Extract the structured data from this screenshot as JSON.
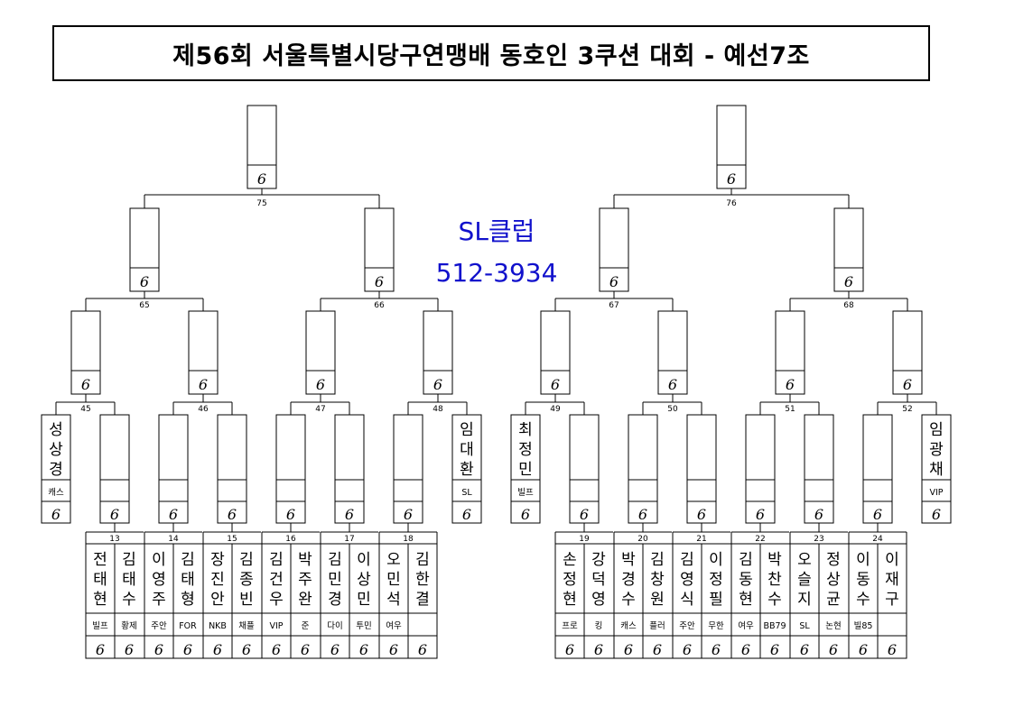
{
  "title": "제56회 서울특별시당구연맹배 동호인 3쿠션 대회 - 예선7조",
  "club_info": {
    "name": "SL클럽",
    "phone": "512-3934"
  },
  "score_mark": "6",
  "matches": [
    {
      "number": "75"
    },
    {
      "number": "76"
    },
    {
      "number": "65"
    },
    {
      "number": "66"
    },
    {
      "number": "67"
    },
    {
      "number": "68"
    },
    {
      "number": "45"
    },
    {
      "number": "46"
    },
    {
      "number": "47"
    },
    {
      "number": "48"
    },
    {
      "number": "49"
    },
    {
      "number": "50"
    },
    {
      "number": "51"
    },
    {
      "number": "52"
    },
    {
      "number": "13"
    },
    {
      "number": "14"
    },
    {
      "number": "15"
    },
    {
      "number": "16"
    },
    {
      "number": "17"
    },
    {
      "number": "18"
    },
    {
      "number": "19"
    },
    {
      "number": "20"
    },
    {
      "number": "21"
    },
    {
      "number": "22"
    },
    {
      "number": "23"
    },
    {
      "number": "24"
    }
  ],
  "byes": [
    {
      "name": "성상경",
      "club": "캐스"
    },
    {
      "name": "임대환",
      "club": "SL"
    },
    {
      "name": "최정민",
      "club": "빌프"
    },
    {
      "name": "임광채",
      "club": "VIP"
    }
  ],
  "players": [
    {
      "name": "전태현",
      "club": "빌프"
    },
    {
      "name": "김태수",
      "club": "황제"
    },
    {
      "name": "이영주",
      "club": "주안"
    },
    {
      "name": "김태형",
      "club": "FOR"
    },
    {
      "name": "장진안",
      "club": "NKB"
    },
    {
      "name": "김종빈",
      "club": "채플"
    },
    {
      "name": "김건우",
      "club": "VIP"
    },
    {
      "name": "박주완",
      "club": "준"
    },
    {
      "name": "김민경",
      "club": "다이"
    },
    {
      "name": "이상민",
      "club": "투민"
    },
    {
      "name": "오민석",
      "club": "여우"
    },
    {
      "name": "김한결",
      "club": ""
    },
    {
      "name": "손정현",
      "club": "프로"
    },
    {
      "name": "강덕영",
      "club": "킹"
    },
    {
      "name": "박경수",
      "club": "캐스"
    },
    {
      "name": "김창원",
      "club": "플러"
    },
    {
      "name": "김영식",
      "club": "주안"
    },
    {
      "name": "이정필",
      "club": "무한"
    },
    {
      "name": "김동현",
      "club": "여우"
    },
    {
      "name": "박찬수",
      "club": "BB79"
    },
    {
      "name": "오슬지",
      "club": "SL"
    },
    {
      "name": "정상균",
      "club": "논현"
    },
    {
      "name": "이동수",
      "club": "빌85"
    },
    {
      "name": "이재구",
      "club": ""
    }
  ]
}
